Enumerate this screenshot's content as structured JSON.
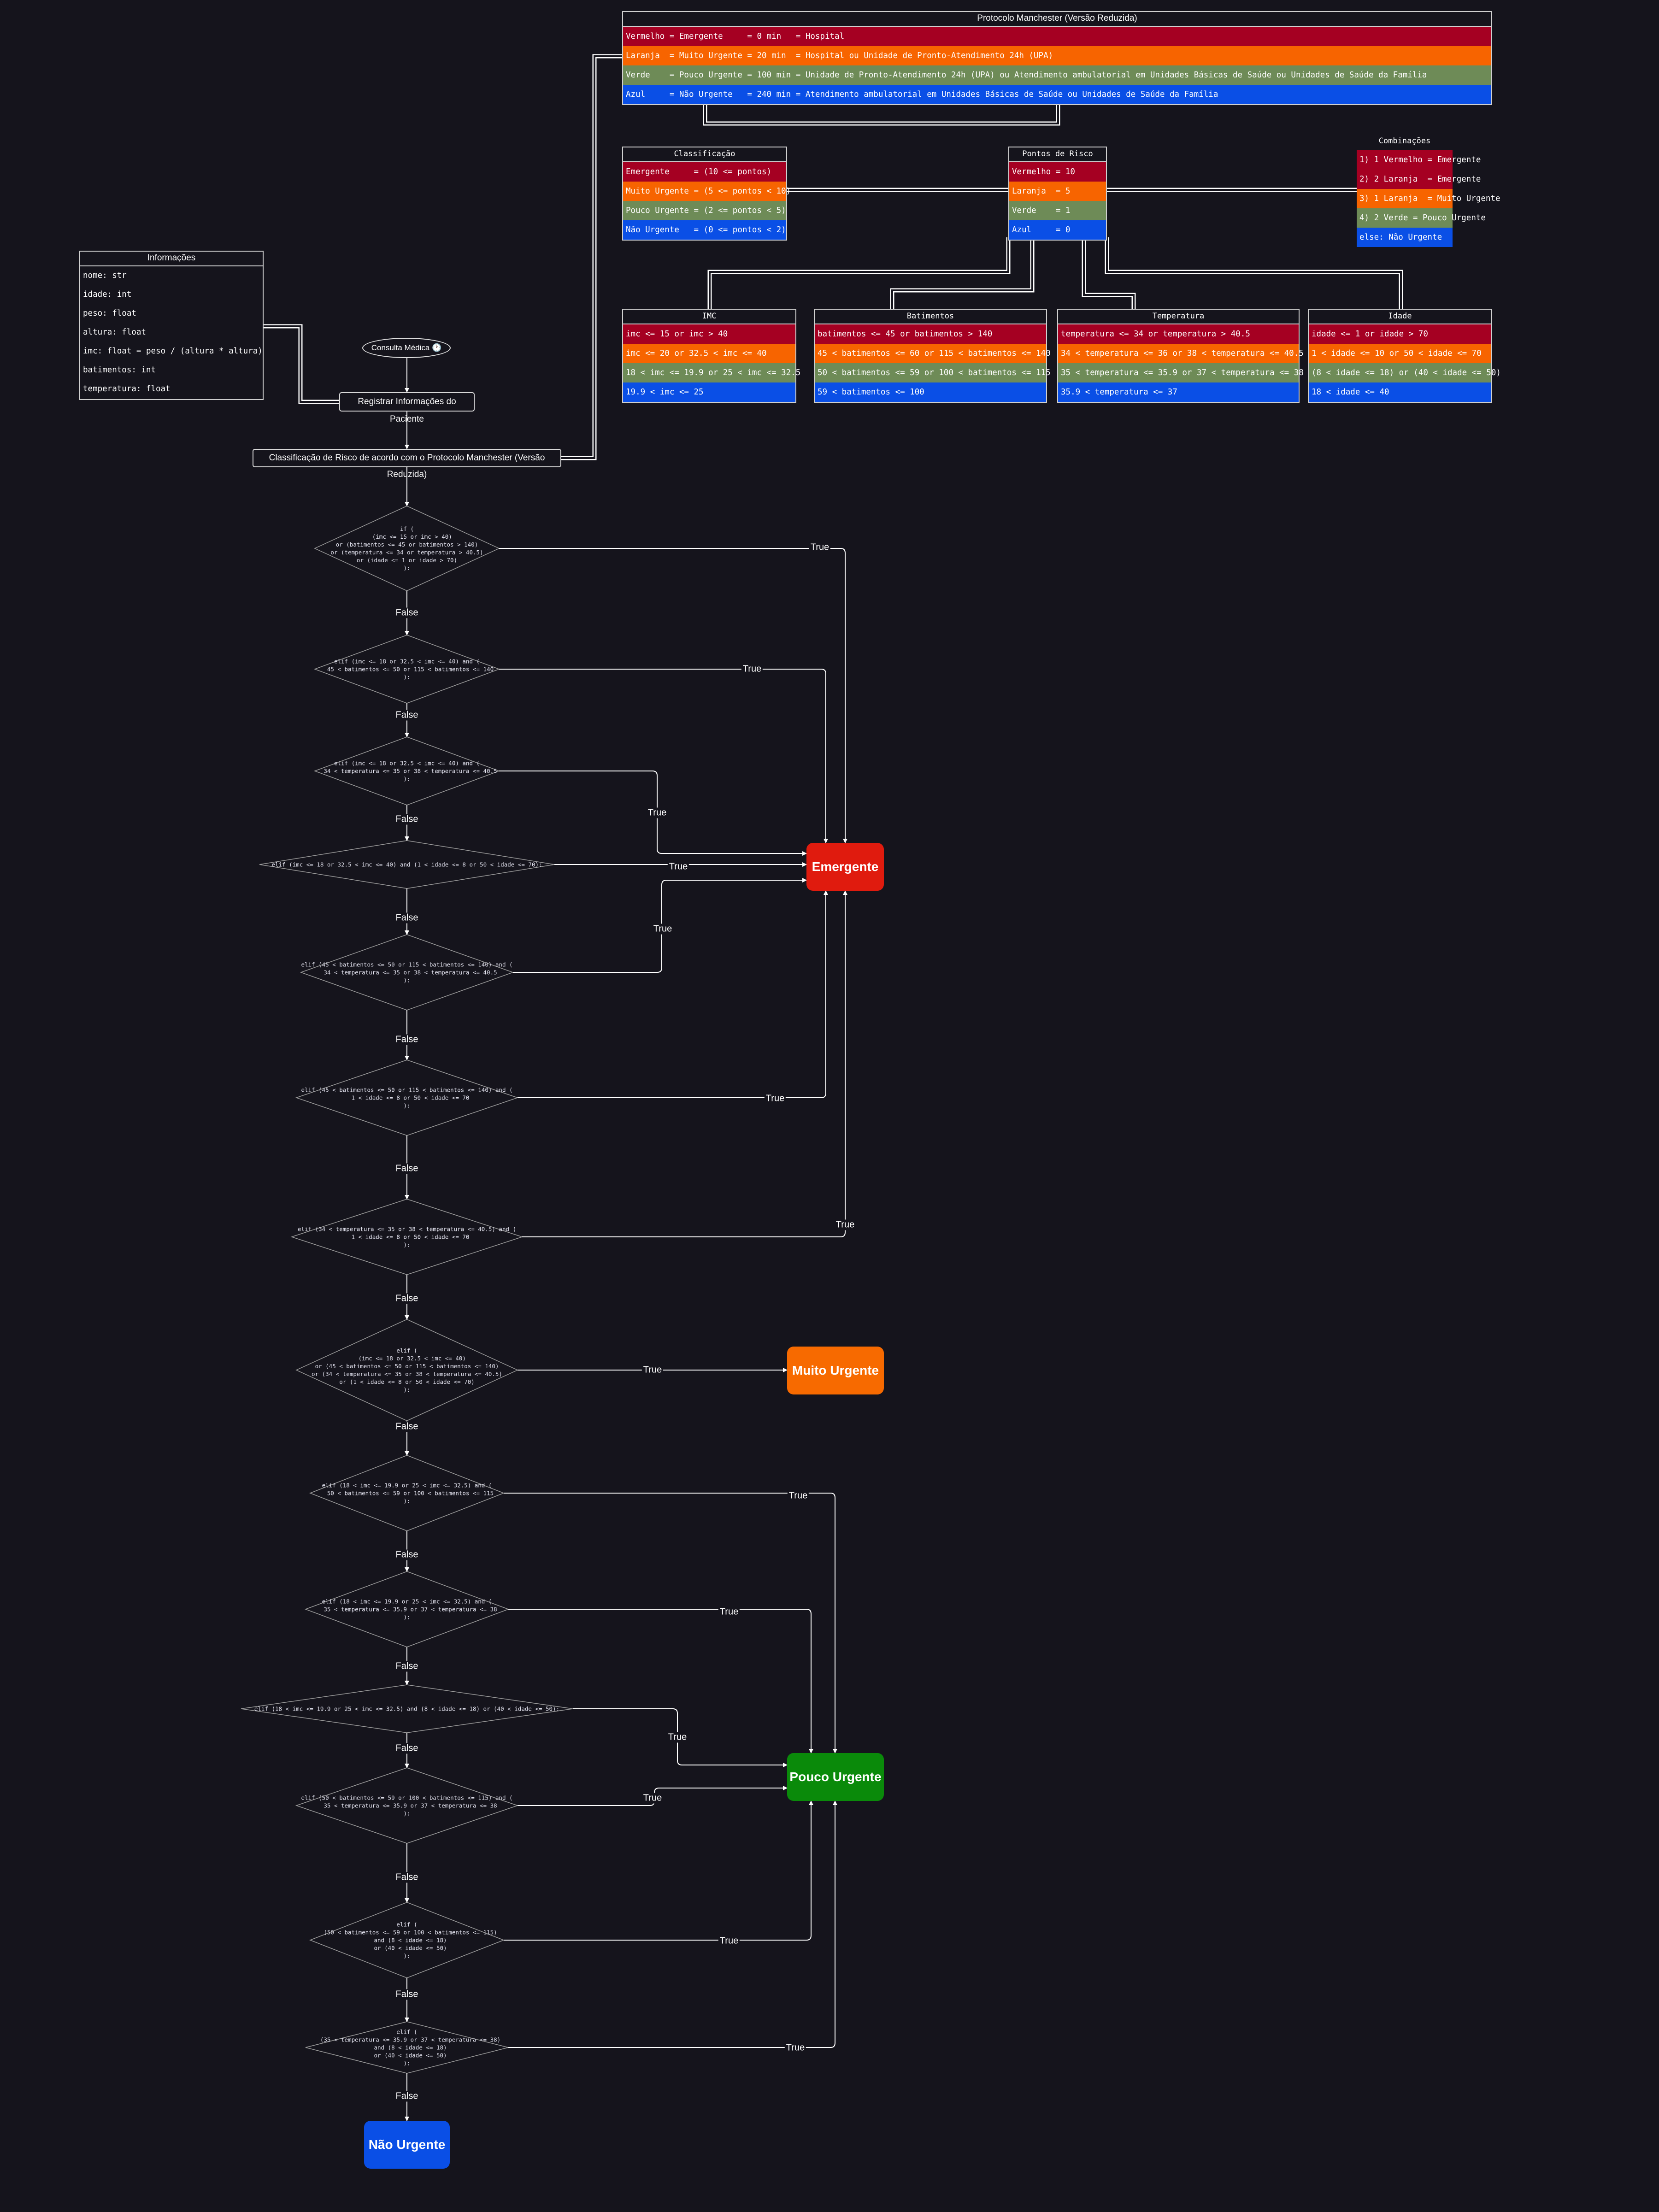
{
  "protocol": {
    "title": "Protocolo Manchester (Versão Reduzida)",
    "rows": [
      {
        "text": "Vermelho = Emergente     = 0 min   = Hospital",
        "color": "#a50022"
      },
      {
        "text": "Laranja  = Muito Urgente = 20 min  = Hospital ou Unidade de Pronto-Atendimento 24h (UPA)",
        "color": "#f76400"
      },
      {
        "text": "Verde    = Pouco Urgente = 100 min = Unidade de Pronto-Atendimento 24h (UPA) ou Atendimento ambulatorial em Unidades Básicas de Saúde ou Unidades de Saúde da Família",
        "color": "#6e8b57"
      },
      {
        "text": "Azul     = Não Urgente   = 240 min = Atendimento ambulatorial em Unidades Básicas de Saúde ou Unidades de Saúde da Família",
        "color": "#0a4fe6"
      }
    ]
  },
  "classificacao": {
    "title": "Classificação",
    "rows": [
      {
        "text": "Emergente     = (10 <= pontos)",
        "color": "#a50022"
      },
      {
        "text": "Muito Urgente = (5 <= pontos < 10)",
        "color": "#f76400"
      },
      {
        "text": "Pouco Urgente = (2 <= pontos < 5)",
        "color": "#6e8b57"
      },
      {
        "text": "Não Urgente   = (0 <= pontos < 2)",
        "color": "#0a4fe6"
      }
    ]
  },
  "pontos": {
    "title": "Pontos de Risco",
    "rows": [
      {
        "text": "Vermelho = 10",
        "color": "#a50022"
      },
      {
        "text": "Laranja  = 5",
        "color": "#f76400"
      },
      {
        "text": "Verde    = 1",
        "color": "#6e8b57"
      },
      {
        "text": "Azul     = 0",
        "color": "#0a4fe6"
      }
    ]
  },
  "combinacoes": {
    "title": "Combinações",
    "rows": [
      {
        "text": "1) 1 Vermelho = Emergente",
        "color": "#a50022"
      },
      {
        "text": "2) 2 Laranja  = Emergente",
        "color": "#a50022"
      },
      {
        "text": "3) 1 Laranja  = Muito Urgente",
        "color": "#f76400"
      },
      {
        "text": "4) 2 Verde = Pouco Urgente",
        "color": "#6e8b57"
      },
      {
        "text": "else: Não Urgente",
        "color": "#0a4fe6"
      }
    ]
  },
  "imc": {
    "title": "IMC",
    "rows": [
      {
        "text": "imc <= 15 or imc > 40",
        "color": "#a50022"
      },
      {
        "text": "imc <= 20 or 32.5 < imc <= 40",
        "color": "#f76400"
      },
      {
        "text": "18 < imc <= 19.9 or 25 < imc <= 32.5",
        "color": "#6e8b57"
      },
      {
        "text": "19.9 < imc <= 25",
        "color": "#0a4fe6"
      }
    ]
  },
  "batimentos": {
    "title": "Batimentos",
    "rows": [
      {
        "text": "batimentos <= 45 or batimentos > 140",
        "color": "#a50022"
      },
      {
        "text": "45 < batimentos <= 60 or 115 < batimentos <= 140",
        "color": "#f76400"
      },
      {
        "text": "50 < batimentos <= 59 or 100 < batimentos <= 115",
        "color": "#6e8b57"
      },
      {
        "text": "59 < batimentos <= 100",
        "color": "#0a4fe6"
      }
    ]
  },
  "temperatura": {
    "title": "Temperatura",
    "rows": [
      {
        "text": "temperatura <= 34 or temperatura > 40.5",
        "color": "#a50022"
      },
      {
        "text": "34 < temperatura <= 36 or 38 < temperatura <= 40.5",
        "color": "#f76400"
      },
      {
        "text": "35 < temperatura <= 35.9 or 37 < temperatura <= 38",
        "color": "#6e8b57"
      },
      {
        "text": "35.9 < temperatura <= 37",
        "color": "#0a4fe6"
      }
    ]
  },
  "idade": {
    "title": "Idade",
    "rows": [
      {
        "text": "idade <= 1 or idade > 70",
        "color": "#a50022"
      },
      {
        "text": "1 < idade <= 10 or 50 < idade <= 70",
        "color": "#f76400"
      },
      {
        "text": "(8 < idade <= 18) or (40 < idade <= 50)",
        "color": "#6e8b57"
      },
      {
        "text": "18 < idade <= 40",
        "color": "#0a4fe6"
      }
    ]
  },
  "informacoes": {
    "title": "Informações",
    "rows": [
      "nome: str",
      "idade: int",
      "peso: float",
      "altura: float",
      "imc: float = peso / (altura * altura)",
      "batimentos: int",
      "temperatura: float"
    ]
  },
  "flow": {
    "start": "Consulta Médica 🕐",
    "register": "Registrar Informações do Paciente",
    "classify": "Classificação de Risco de acordo com o Protocolo Manchester (Versão Reduzida)",
    "true_label": "True",
    "false_label": "False",
    "conditions": [
      "if (\n   (imc <= 15 or imc > 40)\nor (batimentos <= 45 or batimentos > 140)\nor (temperatura <= 34 or temperatura > 40.5)\nor (idade <= 1 or idade > 70)\n):",
      "elif (imc <= 18 or 32.5 < imc <= 40) and (\n  45 < batimentos <= 50 or 115 < batimentos <= 140\n):",
      "elif (imc <= 18 or 32.5 < imc <= 40) and (\n  34 < temperatura <= 35 or 38 < temperatura <= 40.5\n):",
      "elif (imc <= 18 or 32.5 < imc <= 40) and (1 < idade <= 8 or 50 < idade <= 70):",
      "elif (45 < batimentos <= 50 or 115 < batimentos <= 140) and (\n  34 < temperatura <= 35 or 38 < temperatura <= 40.5\n):",
      "elif (45 < batimentos <= 50 or 115 < batimentos <= 140) and (\n  1 < idade <= 8 or 50 < idade <= 70\n):",
      "elif (34 < temperatura <= 35 or 38 < temperatura <= 40.5) and (\n  1 < idade <= 8 or 50 < idade <= 70\n):",
      "elif (\n   (imc <= 18 or 32.5 < imc <= 40)\nor (45 < batimentos <= 50 or 115 < batimentos <= 140)\nor (34 < temperatura <= 35 or 38 < temperatura <= 40.5)\nor (1 < idade <= 8 or 50 < idade <= 70)\n):",
      "elif (18 < imc <= 19.9 or 25 < imc <= 32.5) and (\n  50 < batimentos <= 59 or 100 < batimentos <= 115\n):",
      "elif (18 < imc <= 19.9 or 25 < imc <= 32.5) and (\n  35 < temperatura <= 35.9 or 37 < temperatura <= 38\n):",
      "elif (18 < imc <= 19.9 or 25 < imc <= 32.5) and (8 < idade <= 18) or (40 < idade <= 50):",
      "elif (50 < batimentos <= 59 or 100 < batimentos <= 115) and (\n  35 < temperatura <= 35.9 or 37 < temperatura <= 38\n):",
      "elif (\n  (50 < batimentos <= 59 or 100 < batimentos <= 115)\n  and (8 < idade <= 18)\n  or (40 < idade <= 50)\n):",
      "elif (\n  (35 < temperatura <= 35.9 or 37 < temperatura <= 38)\n  and (8 < idade <= 18)\n  or (40 < idade <= 50)\n):"
    ],
    "outcomes": [
      {
        "label": "Emergente",
        "color": "#e01b0e"
      },
      {
        "label": "Muito Urgente",
        "color": "#f76a00"
      },
      {
        "label": "Pouco Urgente",
        "color": "#0a8a0a"
      },
      {
        "label": "Não Urgente",
        "color": "#0a4fe6"
      }
    ]
  }
}
